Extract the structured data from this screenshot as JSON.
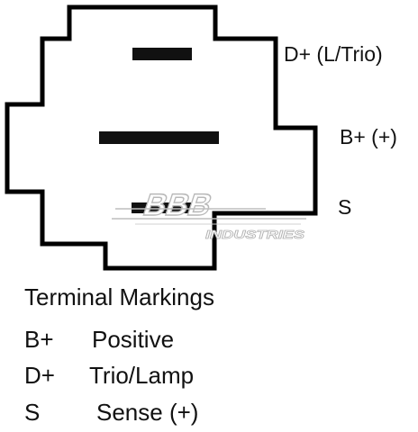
{
  "diagram": {
    "pin_labels": {
      "d_plus": "D+ (L/Trio)",
      "b_plus": "B+ (+)",
      "s": "S"
    },
    "watermark_text": "BBB INDUSTRIES",
    "colors": {
      "outline": "#000000",
      "terminal": "#111111",
      "watermark": "#c8c8c8"
    }
  },
  "legend": {
    "title": "Terminal Markings",
    "rows": [
      {
        "code": "B+",
        "description": "Positive"
      },
      {
        "code": "D+",
        "description": "Trio/Lamp"
      },
      {
        "code": "S",
        "description": "Sense (+)"
      }
    ]
  }
}
